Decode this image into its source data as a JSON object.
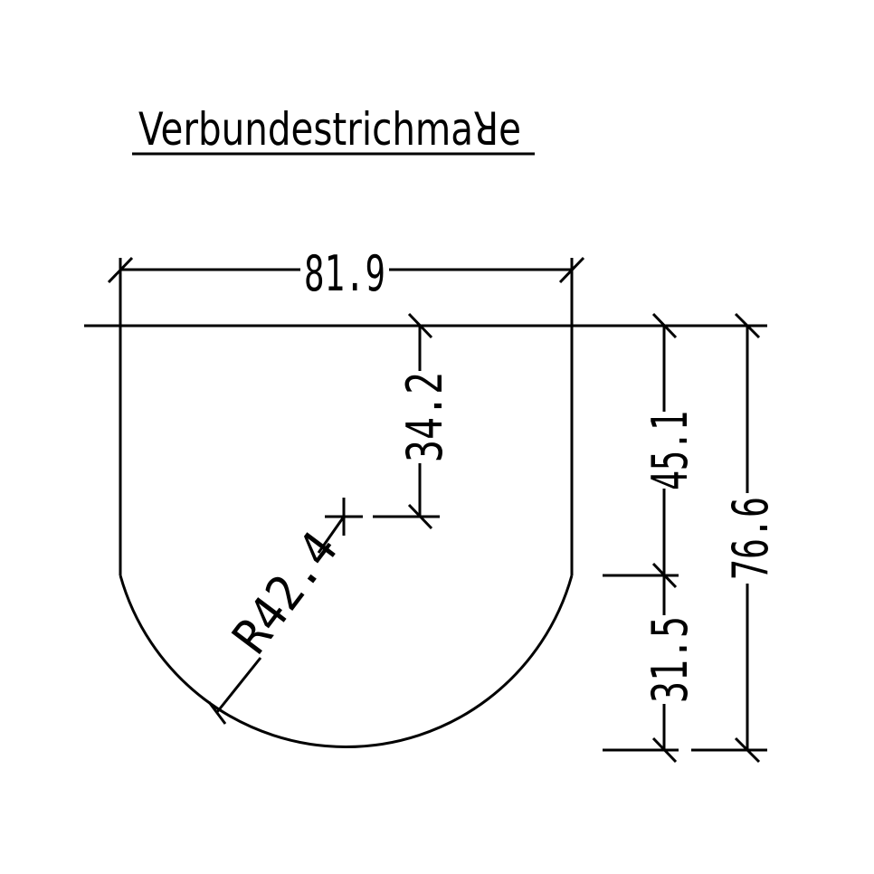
{
  "title": "Verbundestrichmaꓤe",
  "dimensions": {
    "width": "81.9",
    "center_height": "34.2",
    "straight_height": "45.1",
    "arc_height": "31.5",
    "total_height": "76.6",
    "radius": "R42.4"
  },
  "colors": {
    "line": "#000000",
    "background": "#ffffff"
  }
}
